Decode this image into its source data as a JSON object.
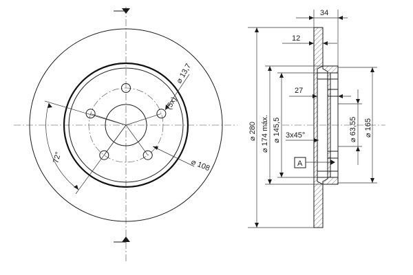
{
  "front_view": {
    "bolt_hole_diameter": "⌀ 13,7",
    "bolt_count": "(5x)",
    "pitch_circle_diameter": "⌀ 108",
    "bolt_angle": "72°"
  },
  "section_view": {
    "total_thickness": "34",
    "disc_thickness": "12",
    "hat_depth": "27",
    "outer_diameter": "⌀ 280",
    "max_diameter": "⌀ 174 máx.",
    "hat_outer_diameter": "⌀ 145,5",
    "chamfer": "3x45°",
    "center_bore_diameter": "⌀ 63,55",
    "hat_diameter": "⌀ 165",
    "datum": "A"
  }
}
